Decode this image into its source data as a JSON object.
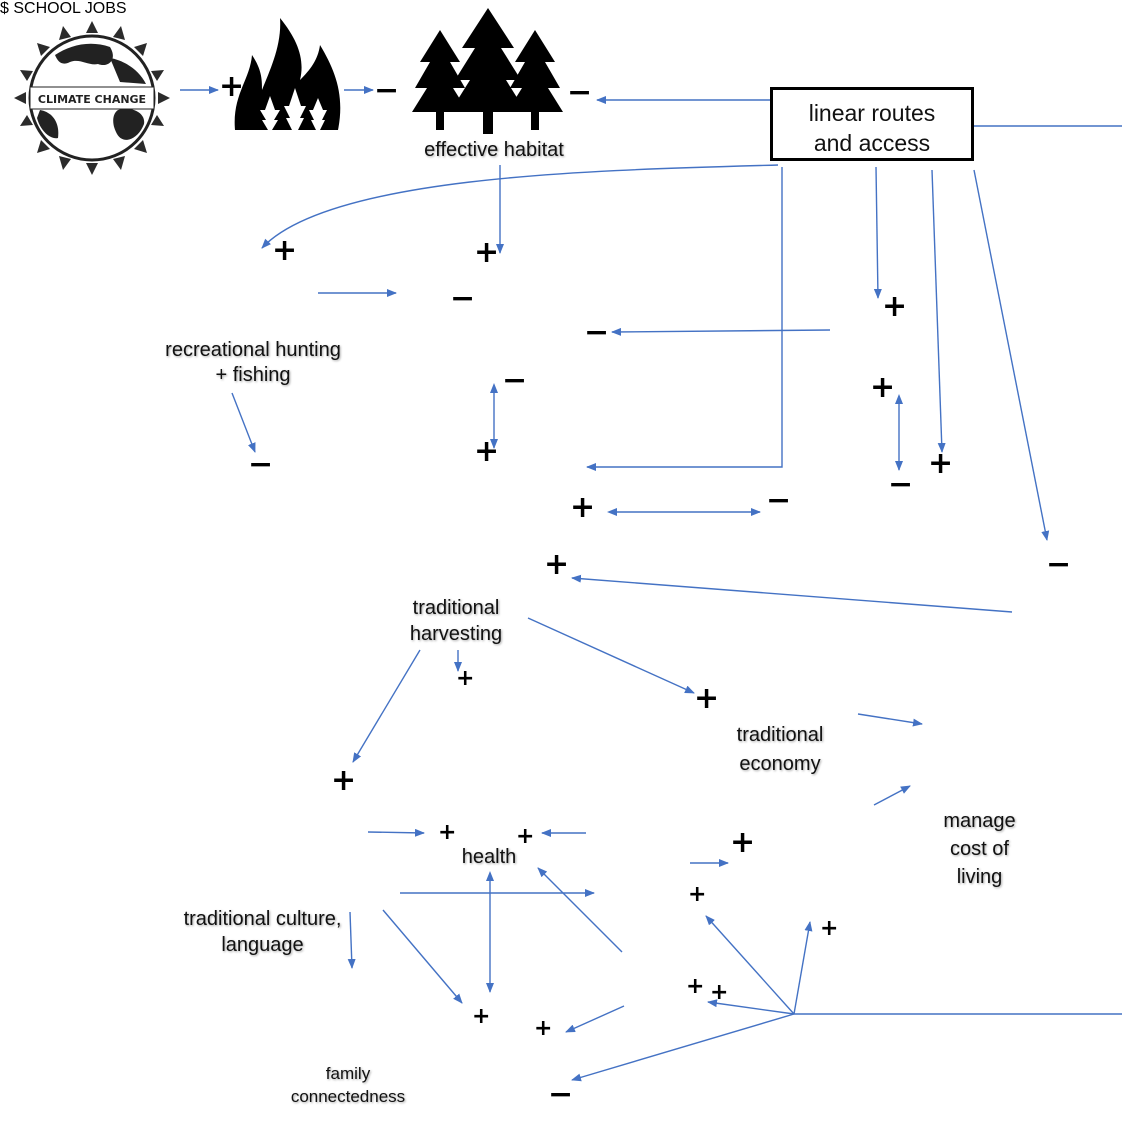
{
  "colors": {
    "arrow": "#4472c4",
    "icon": "#000000",
    "forest_light": "#2f6b86",
    "forest_dark": "#1f4a5c",
    "stop_red": "#e0211f",
    "chart_green": "#4c9a3c"
  },
  "nodes": {
    "climate_change": "CLIMATE CHANGE",
    "effective_habitat": "effective habitat",
    "linear_routes_line1": "linear routes",
    "linear_routes_line2": "and access",
    "recreational_line1": "recreational hunting",
    "recreational_line2": "+ fishing",
    "harvesting_line1": "traditional",
    "harvesting_line2": "harvesting",
    "health": "health",
    "economy_line1": "traditional",
    "economy_line2": "economy",
    "culture_line1": "traditional culture,",
    "culture_line2": "language",
    "school": "SCHOOL",
    "jobs": "JOBS",
    "cost_line1": "manage",
    "cost_line2": "cost of",
    "cost_line3": "living",
    "family_line1": "family",
    "family_line2": "connectedness",
    "dollar": "$"
  },
  "signs": [
    {
      "id": "fire-plus",
      "text": "+"
    },
    {
      "id": "trees-minus",
      "text": "−"
    },
    {
      "id": "trees-minus-right",
      "text": "−"
    },
    {
      "id": "hunter-plus",
      "text": "+"
    },
    {
      "id": "caribou-plus",
      "text": "+"
    },
    {
      "id": "caribou-minus-left",
      "text": "−"
    },
    {
      "id": "caribou-minus-right",
      "text": "−"
    },
    {
      "id": "caribou-minus-bottom",
      "text": "−"
    },
    {
      "id": "wolf-plus-top",
      "text": "+"
    },
    {
      "id": "wolf-plus-bottom",
      "text": "+"
    },
    {
      "id": "fish-minus",
      "text": "−"
    },
    {
      "id": "harvest-plus-top",
      "text": "+"
    },
    {
      "id": "harvest-plus-right",
      "text": "+"
    },
    {
      "id": "harvest-plus-lower",
      "text": "+"
    },
    {
      "id": "moose-minus",
      "text": "−"
    },
    {
      "id": "moose-minus-2",
      "text": "−"
    },
    {
      "id": "bison-plus",
      "text": "+"
    },
    {
      "id": "marten-minus",
      "text": "−"
    },
    {
      "id": "health-plus-top",
      "text": "+"
    },
    {
      "id": "economy-plus",
      "text": "+"
    },
    {
      "id": "culture-plus",
      "text": "+"
    },
    {
      "id": "health-plus-left",
      "text": "+"
    },
    {
      "id": "health-plus-right",
      "text": "+"
    },
    {
      "id": "school-plus",
      "text": "+"
    },
    {
      "id": "jobs-plus-left",
      "text": "+"
    },
    {
      "id": "jobs-plus-bottom",
      "text": "+"
    },
    {
      "id": "noalc-plus-1",
      "text": "+"
    },
    {
      "id": "noalc-plus-2",
      "text": "+"
    },
    {
      "id": "medical-plus-1",
      "text": "+"
    },
    {
      "id": "medical-plus-2",
      "text": "+"
    },
    {
      "id": "noalc-minus",
      "text": "−"
    }
  ]
}
